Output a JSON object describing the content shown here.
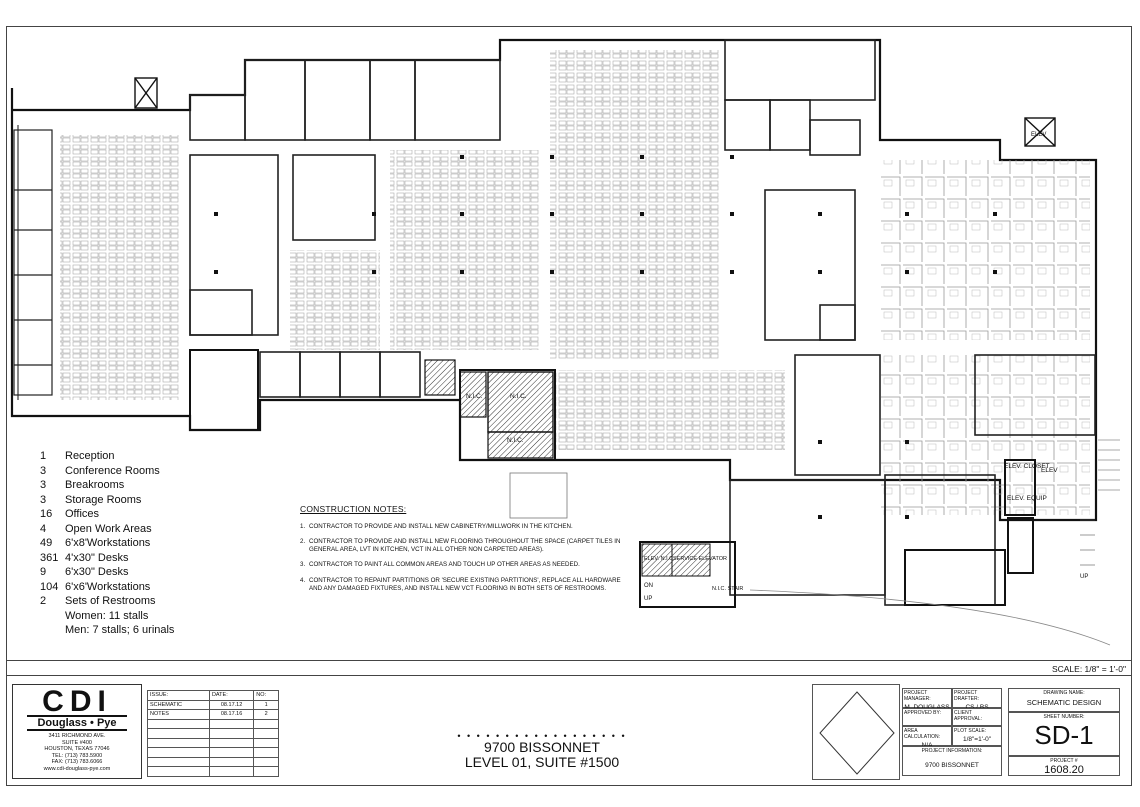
{
  "legend": [
    {
      "qty": "1",
      "item": "Reception"
    },
    {
      "qty": "3",
      "item": "Conference Rooms"
    },
    {
      "qty": "3",
      "item": "Breakrooms"
    },
    {
      "qty": "3",
      "item": "Storage Rooms"
    },
    {
      "qty": "16",
      "item": "Offices"
    },
    {
      "qty": "4",
      "item": "Open Work Areas"
    },
    {
      "qty": "49",
      "item": "6'x8'Workstations"
    },
    {
      "qty": "361",
      "item": "4'x30\" Desks"
    },
    {
      "qty": "9",
      "item": "6'x30\" Desks"
    },
    {
      "qty": "104",
      "item": "6'x6'Workstations"
    },
    {
      "qty": "2",
      "item": "Sets of Restrooms"
    }
  ],
  "legend_sub": [
    "Women: 11 stalls",
    "Men: 7 stalls; 6 urinals"
  ],
  "notes": {
    "heading": "CONSTRUCTION NOTES:",
    "items": [
      {
        "num": "1.",
        "text": "CONTRACTOR TO PROVIDE AND INSTALL NEW CABINETRY/MILLWORK IN THE KITCHEN."
      },
      {
        "num": "2.",
        "text": "CONTRACTOR TO PROVIDE AND INSTALL NEW FLOORING THROUGHOUT THE SPACE (CARPET TILES IN GENERAL AREA, LVT IN KITCHEN, VCT IN ALL OTHER NON CARPETED AREAS)."
      },
      {
        "num": "3.",
        "text": "CONTRACTOR TO PAINT ALL COMMON AREAS AND TOUCH UP OTHER AREAS AS NEEDED."
      },
      {
        "num": "4.",
        "text": "CONTRACTOR TO REPAINT PARTITIONS OR 'SECURE EXISTING PARTITIONS', REPLACE ALL HARDWARE AND ANY DAMAGED FIXTURES, AND INSTALL NEW VCT FLOORING IN BOTH SETS OF RESTROOMS."
      }
    ]
  },
  "plan_labels": {
    "nic1": "N.I.C.",
    "nic2": "N.I.C.",
    "nic3": "N.I.C.",
    "elev_closet": "ELEV. CLOSET",
    "elev": "ELEV",
    "elev_equip": "ELEV. EQUIP",
    "elev_nic": "ELEV. N.I.C.",
    "service_elevator": "SERVICE ELEVATOR",
    "nic_stair": "N.I.C. STAIR",
    "on": "ON",
    "up": "UP",
    "up2": "UP",
    "elev_top": "ELEV"
  },
  "scale": "SCALE: 1/8\" = 1'-0\"",
  "logo": {
    "name": "CDI",
    "sub": "Douglass • Pye",
    "address": [
      "3411 RICHMOND AVE.",
      "SUITE #400",
      "HOUSTON, TEXAS 77046",
      "TEL: (713) 783.5900",
      "FAX: (713) 783.6066",
      "www.cdi-douglass-pye.com"
    ]
  },
  "issue_table": {
    "headers": [
      "ISSUE:",
      "DATE:",
      "NO:"
    ],
    "rows": [
      [
        "SCHEMATIC",
        "08.17.12",
        "1"
      ],
      [
        "NOTES",
        "08.17.16",
        "2"
      ]
    ]
  },
  "project": {
    "line1": "9700 BISSONNET",
    "line2": "LEVEL 01, SUITE #1500",
    "dots": "• • • • • • • • • • • • • • • • • •"
  },
  "title_block": {
    "pm_label": "PROJECT MANAGER:",
    "pm_value": "M. DOUGLASS",
    "drafter_label": "PROJECT DRAFTER:",
    "drafter_value": "CS / BS",
    "approved_label": "APPROVED BY:",
    "client_label": "CLIENT APPROVAL:",
    "area_label": "AREA CALCULATION:",
    "area_value": "N/A",
    "plot_label": "PLOT SCALE:",
    "plot_value": "1/8\"=1'-0\"",
    "info_label": "PROJECT INFORMATION:",
    "info_value": "9700 BISSONNET",
    "drawing_name_label": "DRAWING NAME:",
    "drawing_name": "SCHEMATIC DESIGN",
    "sheet_label": "SHEET NUMBER:",
    "sheet": "SD-1",
    "project_no_label": "PROJECT #",
    "project_no": "1608.20"
  }
}
